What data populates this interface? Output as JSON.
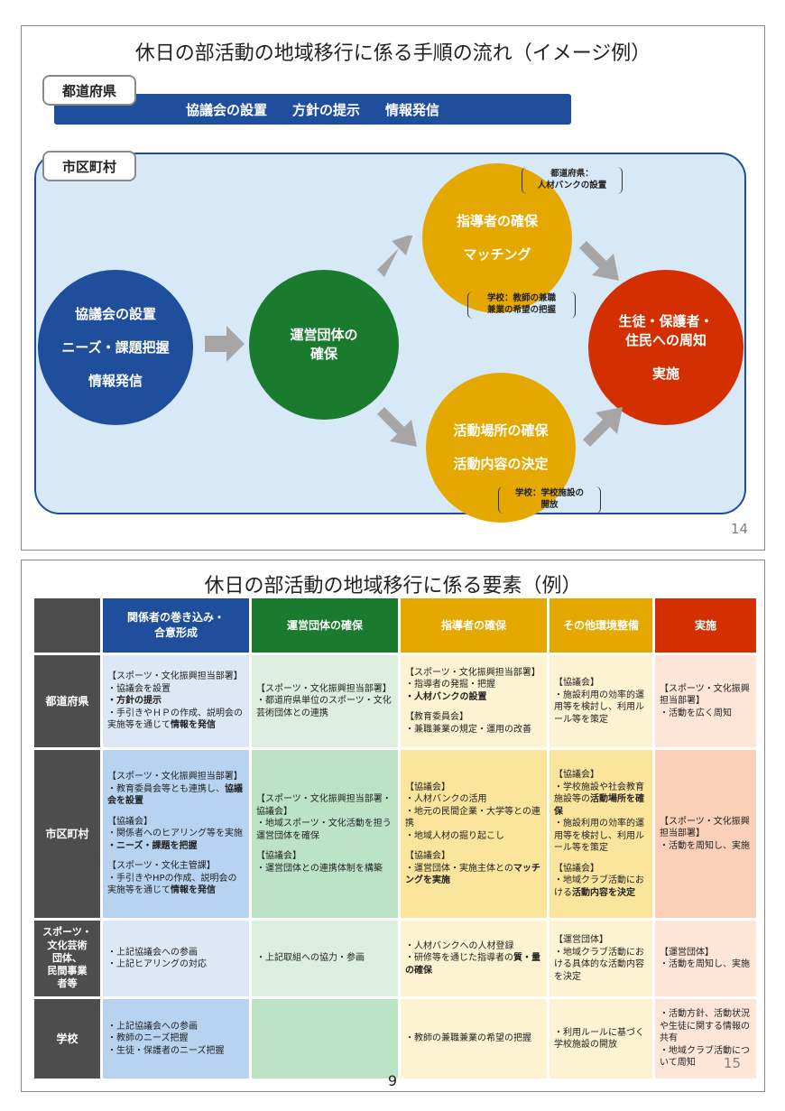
{
  "slide1": {
    "title": "休日の部活動の地域移行に係る手順の流れ（イメージ例）",
    "pref_tab": "都道府県",
    "pref_bar": [
      "協議会の設置",
      "方針の提示",
      "情報発信"
    ],
    "city_tab": "市区町村",
    "circle_blue": [
      "協議会の設置",
      "ニーズ・課題把握",
      "情報発信"
    ],
    "circle_green": [
      "運営団体の",
      "確保"
    ],
    "circle_yellow1": [
      "指導者の確保",
      "マッチング"
    ],
    "circle_yellow2": [
      "活動場所の確保",
      "活動内容の決定"
    ],
    "circle_red": [
      "生徒・保護者・",
      "住民への周知",
      "実施"
    ],
    "note1": [
      "都道府県：",
      "人材バンクの設置"
    ],
    "note2": [
      "学校：教師の兼職",
      "兼業の希望の把握"
    ],
    "note3": [
      "学校：学校施設の",
      "開放"
    ],
    "page_number": "14"
  },
  "slide2": {
    "title": "休日の部活動の地域移行に係る要素（例）",
    "headers": [
      "関係者の巻き込み・",
      "合意形成",
      "運営団体の確保",
      "指導者の確保",
      "その他環境整備",
      "実施"
    ],
    "rows": {
      "pref": {
        "label": "都道府県",
        "c1": [
          "【スポーツ・文化振興担当部署】",
          "・協議会を設置",
          "・方針の提示",
          "・手引きやＨＰの作成、説明会の実施等を通じて",
          "情報を発信"
        ],
        "c2": [
          "【スポーツ・文化振興担当部署】",
          "・都道府県単位のスポーツ・文化芸術団体との連携"
        ],
        "c3": [
          "【スポーツ・文化振興担当部署】",
          "・指導者の発掘・把握",
          "・人材バンクの設置",
          "【教育委員会】",
          "・兼職兼業の規定・運用の改善"
        ],
        "c4": [
          "【協議会】",
          "・施設利用の効率的運用等を検討し、利用ルール等を策定"
        ],
        "c5": [
          "【スポーツ・文化振興担当部署】",
          "・活動を広く周知"
        ]
      },
      "city": {
        "label": "市区町村",
        "c1": [
          "【スポーツ・文化振興担当部署】",
          "・教育委員会等とも連携し、",
          "協議会を設置",
          "【協議会】",
          "・関係者へのヒアリング等を実施",
          "・ニーズ・課題を把握",
          "【スポーツ・文化主管課】",
          "・手引きやHPの作成、説明会の実施等を通じて",
          "情報を発信"
        ],
        "c2": [
          "【スポーツ・文化振興担当部署・協議会】",
          "・地域スポーツ・文化活動を担う運営団体を確保",
          "【協議会】",
          "・運営団体との連携体制を構築"
        ],
        "c3": [
          "【協議会】",
          "・人材バンクの活用",
          "・地元の民間企業・大学等との連携",
          "・地域人材の掘り起こし",
          "【協議会】",
          "・運営団体・実施主体との",
          "マッチングを実施"
        ],
        "c4": [
          "【協議会】",
          "・学校施設や社会教育施設等の",
          "活動場所を確保",
          "・施設利用の効率的運用等を検討し、利用ルール等を策定",
          "【協議会】",
          "・地域クラブ活動における",
          "活動内容を決定"
        ],
        "c5": [
          "【スポーツ・文化振興担当部署】",
          "・活動を周知し、実施"
        ]
      },
      "org": {
        "label": [
          "スポーツ・",
          "文化芸術",
          "団体、",
          "民間事業",
          "者等"
        ],
        "c1": [
          "・上記協議会への参画",
          "・上記ヒアリングの対応"
        ],
        "c2": [
          "・上記取組への協力・参画"
        ],
        "c3": [
          "・人材バンクへの人材登録",
          "・研修等を通じた指導者の",
          "質・量の確保"
        ],
        "c4": [
          "【運営団体】",
          "・地域クラブ活動における具体的な活動内容を決定"
        ],
        "c5": [
          "【運営団体】",
          "・活動を周知し、実施"
        ]
      },
      "school": {
        "label": "学校",
        "c1": [
          "・上記協議会への参画",
          "・教師のニーズ把握",
          "・生徒・保護者のニーズ把握"
        ],
        "c2": [],
        "c3": [
          "・教師の兼職兼業の希望の把握"
        ],
        "c4": [
          "・利用ルールに基づく学校施設の開放"
        ],
        "c5": [
          "・活動方針、活動状況や生徒に関する情報の共有",
          "・地域クラブ活動について周知"
        ]
      }
    },
    "page_number": "15"
  },
  "footer_page": "9",
  "colors": {
    "blue": "#1f4e9c",
    "green": "#1a7a2e",
    "yellow": "#e5a800",
    "red": "#d42f00",
    "city_bg": "#d7e9f7"
  }
}
